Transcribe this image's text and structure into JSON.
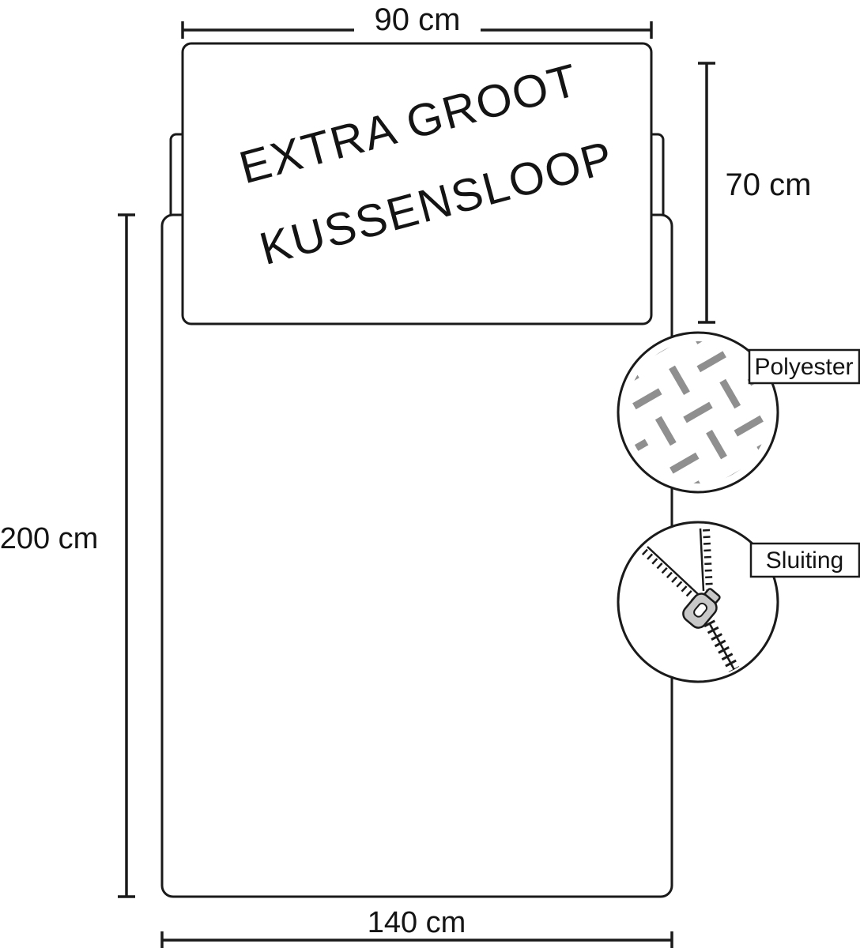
{
  "pillow_label": {
    "line1": "EXTRA GROOT",
    "line2": "KUSSENSLOOP"
  },
  "dimensions": {
    "top": "90 cm",
    "right": "70 cm",
    "left": "200 cm",
    "bottom": "140 cm"
  },
  "callouts": {
    "material": {
      "label": "Polyester",
      "icon": "fabric-weave-icon"
    },
    "closure": {
      "label": "Sluiting",
      "icon": "zipper-icon"
    }
  },
  "colors": {
    "outline": "#1a1a1a",
    "weave": "#8f8f8f",
    "zipper_pull": "#c8c8c8",
    "background": "#ffffff"
  }
}
